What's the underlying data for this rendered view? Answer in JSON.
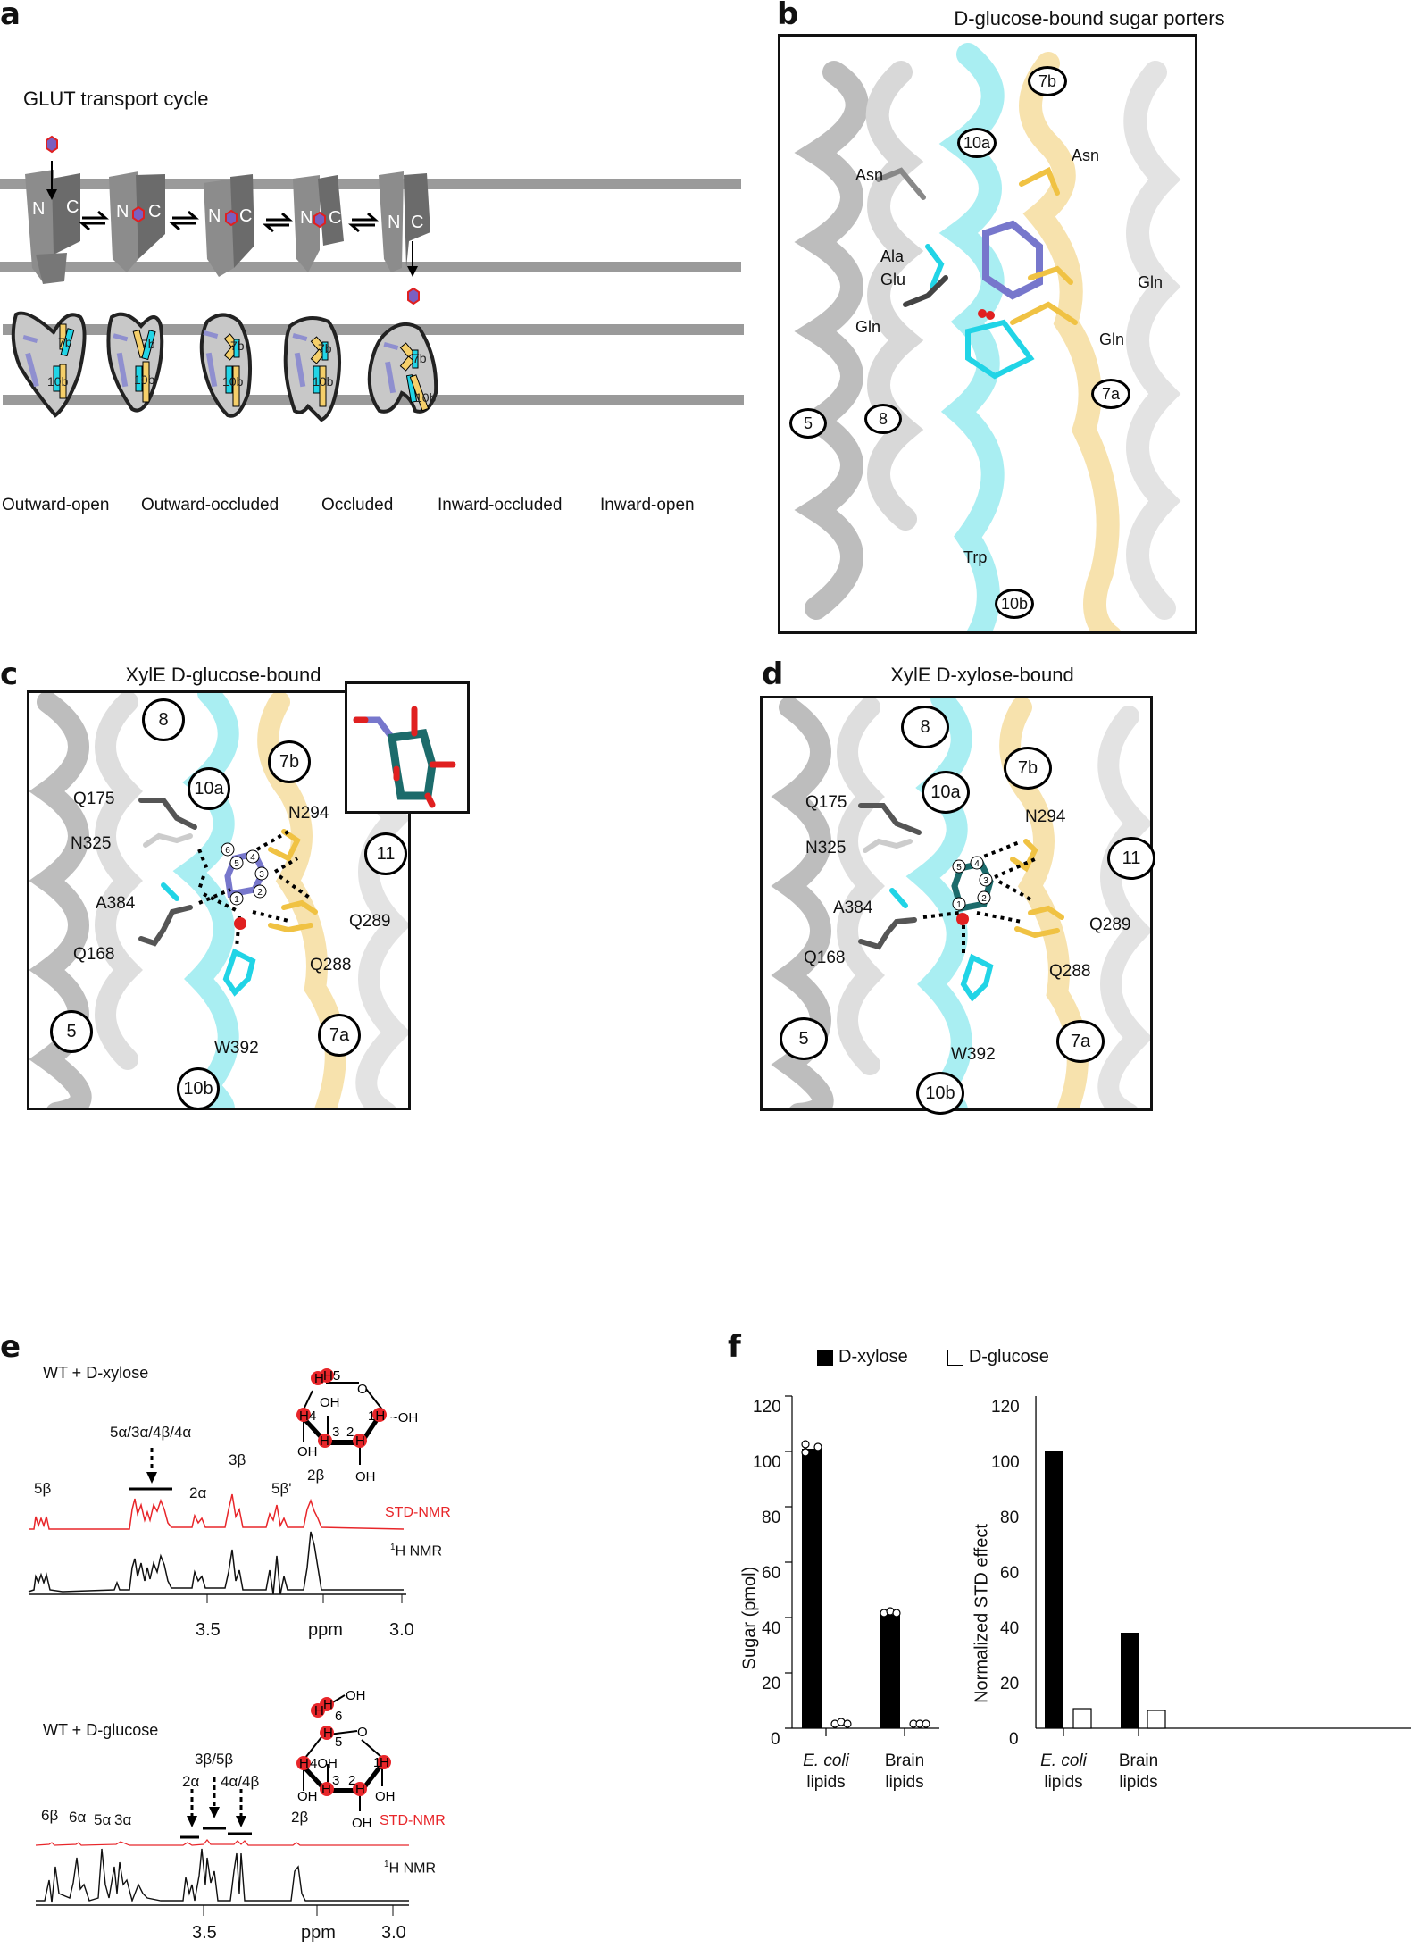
{
  "panel_labels": {
    "a": "a",
    "b": "b",
    "c": "c",
    "d": "d",
    "e": "e",
    "f": "f"
  },
  "panel_a": {
    "title": "GLUT transport cycle",
    "domain_labels": {
      "n": "N",
      "c": "C"
    },
    "states": [
      "Outward-open",
      "Outward-occluded",
      "Occluded",
      "Inward-occluded",
      "Inward-open"
    ],
    "helix_labels": {
      "top": "7b",
      "bottom": "10b"
    },
    "colors": {
      "membrane": "#9a9a9a",
      "protein_n": "#8c8c8c",
      "protein_c": "#6b6b6b",
      "sugar_fill": "#7a5fc0",
      "sugar_stroke": "#e02020",
      "cyan": "#21d4e6",
      "yellow": "#f5cf6a",
      "lavender": "#8f8fcf",
      "oval_fill": "#c8c8c8"
    }
  },
  "panel_b": {
    "title_prefix": "D",
    "title_rest": "-glucose-bound sugar porters",
    "helices": [
      "7b",
      "10a",
      "7a",
      "5",
      "8",
      "10b"
    ],
    "residues": [
      "Asn",
      "Asn",
      "Ala",
      "Glu",
      "Gln",
      "Gln",
      "Gln",
      "Trp"
    ]
  },
  "panel_c": {
    "title_a": "XylE ",
    "title_sc": "D",
    "title_b": "-glucose-bound",
    "helices": [
      "8",
      "7b",
      "10a",
      "11",
      "5",
      "7a",
      "10b"
    ],
    "residues": [
      "Q175",
      "N325",
      "N294",
      "A384",
      "Q289",
      "Q168",
      "Q288",
      "W392"
    ],
    "ring_numbers": [
      "1",
      "2",
      "3",
      "4",
      "5",
      "6"
    ]
  },
  "panel_d": {
    "title_a": "XylE ",
    "title_sc": "D",
    "title_b": "-xylose-bound",
    "helices": [
      "8",
      "7b",
      "10a",
      "11",
      "5",
      "7a",
      "10b"
    ],
    "residues": [
      "Q175",
      "N325",
      "N294",
      "A384",
      "Q289",
      "Q168",
      "Q288",
      "W392"
    ],
    "ring_numbers": [
      "1",
      "2",
      "3",
      "4",
      "5"
    ]
  },
  "panel_e": {
    "top": {
      "condition_a": "WT + ",
      "condition_sc": "D",
      "condition_b": "-xylose",
      "group_label": "5α/3α/4β/4α",
      "peak_labels": [
        "5β",
        "2α",
        "3β",
        "5β'",
        "2β"
      ],
      "std_label": "STD-NMR",
      "h_label_sup": "1",
      "h_label": "H NMR",
      "axis_ticks": [
        "3.5",
        "ppm",
        "3.0"
      ]
    },
    "bottom": {
      "condition_a": "WT + ",
      "condition_sc": "D",
      "condition_b": "-glucose",
      "group_labels": [
        "2α",
        "3β/5β",
        "4α/4β"
      ],
      "peak_labels": [
        "6β",
        "6α",
        "5α",
        "3α",
        "2β"
      ],
      "std_label": "STD-NMR",
      "h_label_sup": "1",
      "h_label": "H NMR",
      "axis_ticks": [
        "3.5",
        "ppm",
        "3.0"
      ]
    },
    "std_color": "#e8262a"
  },
  "panel_f": {
    "legend": [
      {
        "label_sc": "D",
        "label": "-xylose",
        "fill": "#000000"
      },
      {
        "label_sc": "D",
        "label": "-glucose",
        "fill": "#ffffff"
      }
    ],
    "categories": [
      "E. coli lipids",
      "Brain lipids"
    ],
    "cat_line1": [
      "E. coli",
      "Brain"
    ],
    "cat_line2": [
      "lipids",
      "lipids"
    ],
    "left_ylabel": "Sugar (pmol)",
    "right_ylabel": "Normalized STD effect",
    "yticks": [
      "0",
      "20",
      "40",
      "60",
      "80",
      "100",
      "120"
    ]
  },
  "chart_data": [
    {
      "type": "bar",
      "title": "",
      "xlabel": "",
      "ylabel": "Sugar (pmol)",
      "ylim": [
        0,
        120
      ],
      "categories": [
        "E. coli lipids",
        "Brain lipids"
      ],
      "series": [
        {
          "name": "D-xylose",
          "values": [
            101,
            41
          ],
          "points": [
            [
              103,
              100,
              102
            ],
            [
              41.5,
              42.5,
              41.5
            ]
          ]
        },
        {
          "name": "D-glucose",
          "values": [
            2,
            2
          ],
          "points": [
            [
              1.5,
              2.5,
              2
            ],
            [
              2,
              2,
              2
            ]
          ]
        }
      ],
      "legend_position": "top",
      "grid": false
    },
    {
      "type": "bar",
      "title": "",
      "xlabel": "",
      "ylabel": "Normalized STD effect",
      "ylim": [
        0,
        120
      ],
      "categories": [
        "E. coli lipids",
        "Brain lipids"
      ],
      "series": [
        {
          "name": "D-xylose",
          "values": [
            100,
            34.5
          ]
        },
        {
          "name": "D-glucose",
          "values": [
            7,
            6.5
          ]
        }
      ],
      "legend_position": "top",
      "grid": false
    }
  ]
}
